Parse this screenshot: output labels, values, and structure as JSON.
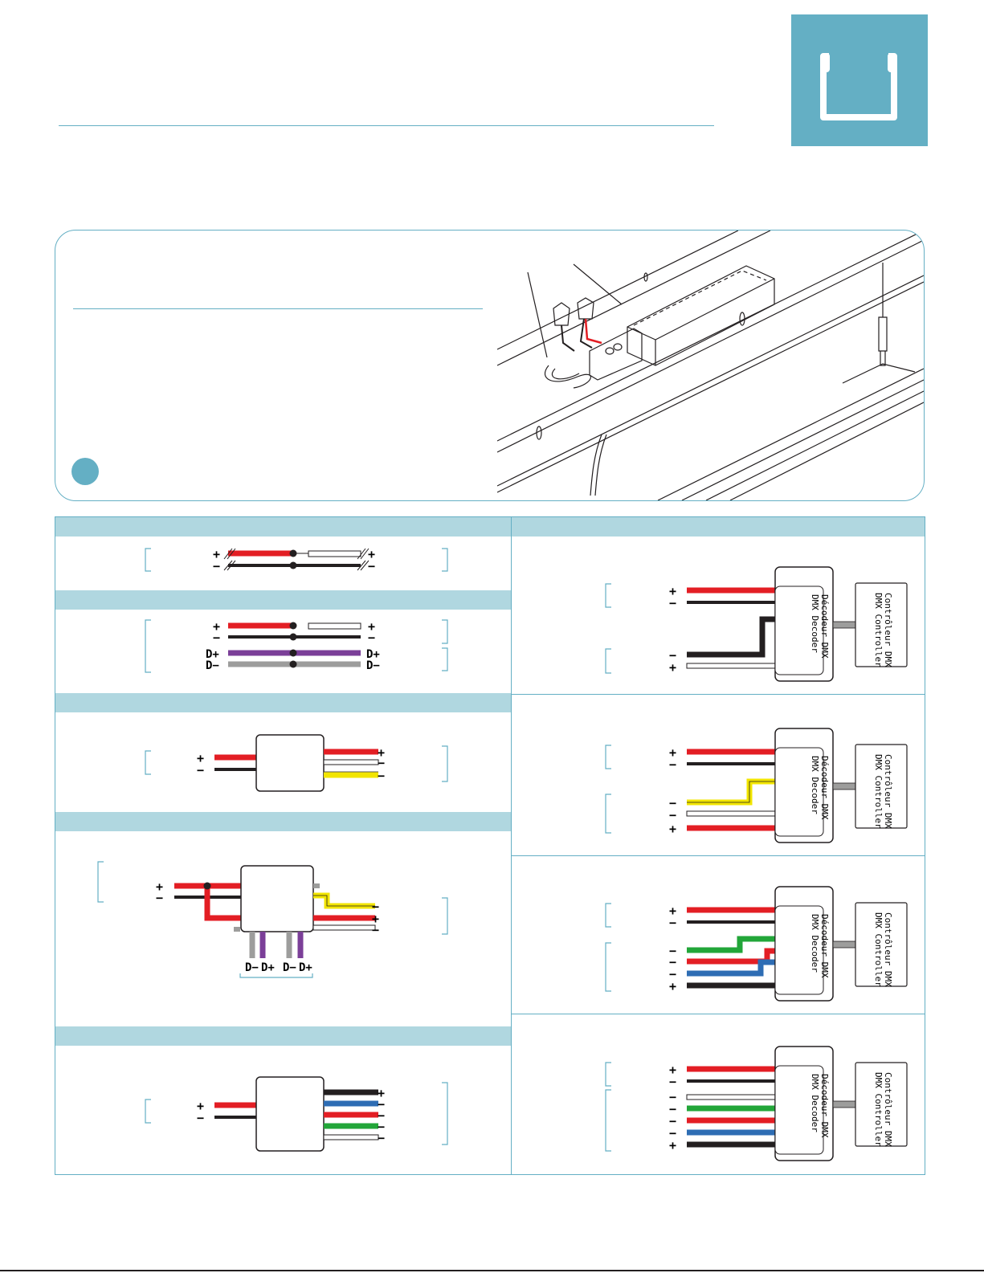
{
  "header": {
    "logo_icon": "bracket-channel-icon",
    "accent_color": "#64afc4"
  },
  "diagrams": {
    "decoder": {
      "label_fr": "Décodeur DMX",
      "label_en": "DMX Decoder"
    },
    "controller": {
      "label_fr": "Contrôleur DMX",
      "label_en": "DMX Controller"
    },
    "wire_colors": {
      "red": "#e31e24",
      "black": "#231f20",
      "white": "#ffffff",
      "yellow": "#f2e500",
      "purple": "#7b3f98",
      "gray": "#9d9d9c",
      "blue": "#2e6db4",
      "green": "#22a639"
    },
    "signs": {
      "plus": "+",
      "minus": "−",
      "dplus": "D+",
      "dminus": "D−"
    }
  }
}
